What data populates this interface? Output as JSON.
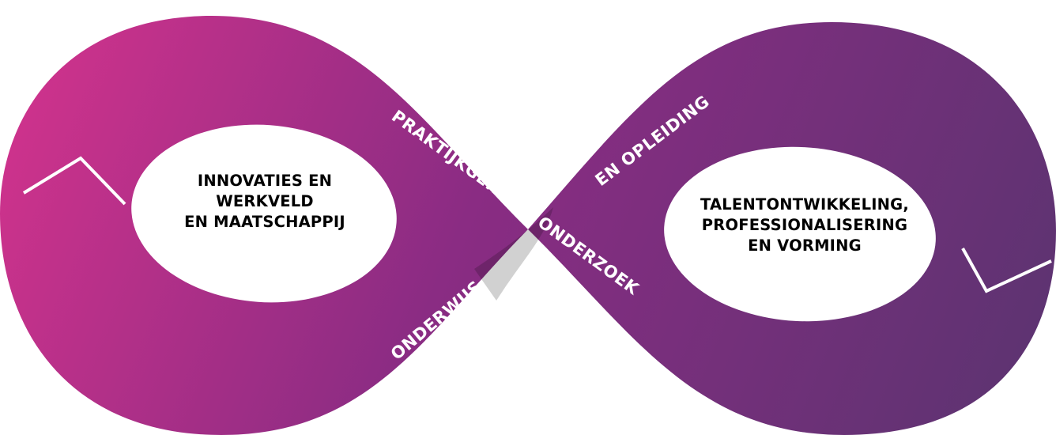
{
  "colors": {
    "band_start": "#d6338d",
    "band_mid": "#8a2c83",
    "band_end": "#5a3470",
    "hole": "#ffffff",
    "band_text": "#ffffff",
    "hole_text": "#000000"
  },
  "left_loop": {
    "lines": [
      "INNOVATIES EN",
      "WERKVELD",
      "EN MAATSCHAPPIJ"
    ]
  },
  "right_loop": {
    "lines": [
      "TALENTONTWIKKELING,",
      "PROFESSIONALISERING",
      "EN VORMING"
    ]
  },
  "band_labels": {
    "center": "PRAKTIJKGERICHT ONDERZOEK",
    "upper_right": "EN OPLEIDING",
    "lower_left": "ONDERWIJS"
  },
  "arrows": {
    "left": "arrow-up-icon",
    "right": "arrow-down-icon"
  }
}
